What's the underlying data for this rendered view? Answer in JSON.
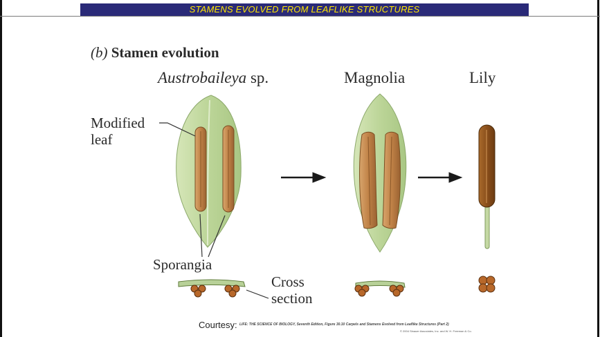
{
  "title": "STAMENS EVOLVED FROM LEAFLIKE STRUCTURES",
  "panel": {
    "letter": "(b)",
    "title": "Stamen evolution"
  },
  "columns": {
    "austrobaileya": {
      "genus": "Austrobaileya",
      "suffix": " sp."
    },
    "magnolia": "Magnolia",
    "lily": "Lily"
  },
  "labels": {
    "modified_leaf_line1": "Modified",
    "modified_leaf_line2": "leaf",
    "sporangia": "Sporangia",
    "cross_section_line1": "Cross",
    "cross_section_line2": "section"
  },
  "courtesy": {
    "label": "Courtesy:",
    "citation": "LIFE: THE SCIENCE OF BIOLOGY, Seventh Edition, Figure 30.10 Carpels and Stamens Evolved from Leaflike Structures (Part 2)",
    "copyright": "© 2004 Sinauer Associates, Inc. and W. H. Freeman & Co."
  },
  "colors": {
    "title_bar": "#2a2a78",
    "title_text": "#ffe600",
    "leaf_green": "#c3d9a0",
    "sporangium_brown": "#b97a3f"
  }
}
